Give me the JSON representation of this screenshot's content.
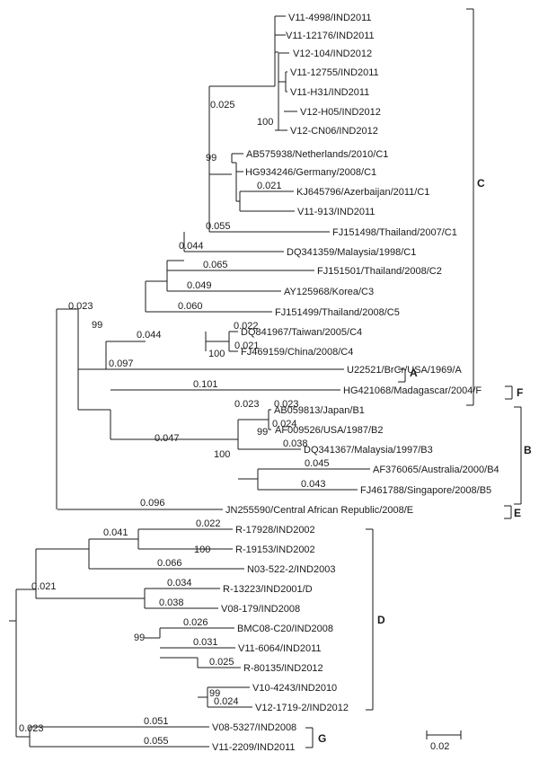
{
  "taxa": [
    "V11-4998/IND2011",
    "V11-12176/IND2011",
    "V12-104/IND2012",
    "V11-12755/IND2011",
    "V11-H31/IND2011",
    "V12-H05/IND2012",
    "V12-CN06/IND2012",
    "AB575938/Netherlands/2010/C1",
    "HG934246/Germany/2008/C1",
    "KJ645796/Azerbaijan/2011/C1",
    "V11-913/IND2011",
    "FJ151498/Thailand/2007/C1",
    "DQ341359/Malaysia/1998/C1",
    "FJ151501/Thailand/2008/C2",
    "AY125968/Korea/C3",
    "FJ151499/Thailand/2008/C5",
    "DQ841967/Taiwan/2005/C4",
    "FJ469159/China/2008/C4",
    "U22521/BrCr/USA/1969/A",
    "HG421068/Madagascar/2004/F",
    "AB059813/Japan/B1",
    "AF009526/USA/1987/B2",
    "DQ341367/Malaysia/1997/B3",
    "AF376065/Australia/2000/B4",
    "FJ461788/Singapore/2008/B5",
    "JN255590/Central African Republic/2008/E",
    "R-17928/IND2002",
    "R-19153/IND2002",
    "N03-522-2/IND2003",
    "R-13223/IND2001/D",
    "V08-179/IND2008",
    "BMC08-C20/IND2008",
    "V11-6064/IND2011",
    "R-80135/IND2012",
    "V10-4243/IND2010",
    "V12-1719-2/IND2012",
    "V08-5327/IND2008",
    "V11-2209/IND2011"
  ],
  "branch_lengths": [
    "0.025",
    "0.021",
    "0.055",
    "0.044",
    "0.065",
    "0.049",
    "0.060",
    "0.023",
    "0.022",
    "0.044",
    "0.021",
    "0.097",
    "0.101",
    "0.023",
    "0.024",
    "0.047",
    "0.038",
    "0.045",
    "0.043",
    "0.096",
    "0.041",
    "0.022",
    "0.066",
    "0.021",
    "0.034",
    "0.038",
    "0.026",
    "0.031",
    "0.025",
    "0.024",
    "0.023",
    "0.051",
    "0.055"
  ],
  "bootstrap": [
    "100",
    "99",
    "99",
    "100",
    "99",
    "100",
    "100",
    "99",
    "99"
  ],
  "clades": [
    "C",
    "A",
    "F",
    "B",
    "E",
    "D",
    "G"
  ],
  "scale_bar": {
    "label": "0.02"
  },
  "line_color": "#1a1a1a"
}
